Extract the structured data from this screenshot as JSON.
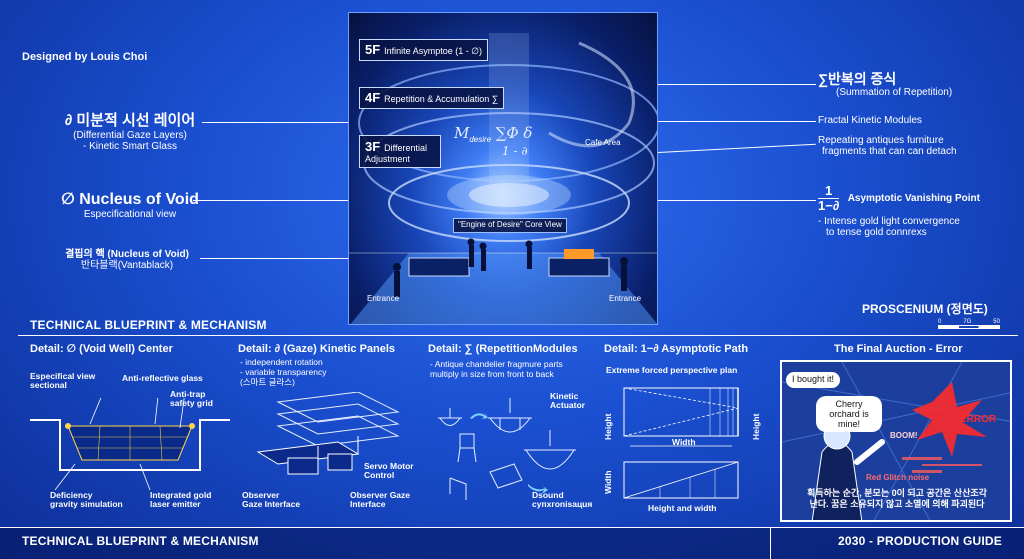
{
  "credit": "Designed by Louis Choi",
  "render": {
    "floors": [
      {
        "num": "5F",
        "label": "Infinite Asymptoe (1 - ∅)"
      },
      {
        "num": "4F",
        "label": "Repetition & Accumulation ∑"
      },
      {
        "num": "3F",
        "label": "Differential Adjustment"
      }
    ],
    "formula_top": "M",
    "formula_sub": "desire",
    "formula_sym": "∑Φ δ",
    "formula_den": "1 - ∂",
    "cafe": "Cafe Area",
    "core": "\"Engine of Desire\" Core View",
    "entrance_left": "Entrance",
    "entrance_right": "Entrance"
  },
  "left_callouts": [
    {
      "main": "∂ 미분적 시선 레이어",
      "sub1": "(Differential Gaze Layers)",
      "sub2": "- Kinetic Smart Glass"
    },
    {
      "main": "∅ Nucleus of Void",
      "sub1": "Especificational view"
    },
    {
      "main": "결핍의 핵 (Nucleus of Void)",
      "sub1": "반타블랙(Vantablack)"
    }
  ],
  "right_callouts": {
    "sum_main": "∑반복의 증식",
    "sum_sub": "(Summation of Repetition)",
    "fractal": "Fractal Kinetic Modules",
    "antiques1": "Repeating antiques furniture",
    "antiques2": "fragments that can can detach",
    "vp_num": "1",
    "vp_den": "1−∂",
    "vp_label": "Asymptotic Vanishing Point",
    "vp_note1": "- Intense gold light convergence",
    "vp_note2": "to tense gold connrexs"
  },
  "section_title": "TECHNICAL BLUEPRINT & MECHANISM",
  "proscenium": {
    "label": "PROSCENIUM (정면도)",
    "scale": [
      "0",
      "7G",
      "50"
    ]
  },
  "panels": {
    "void": {
      "title": "Detail: ∅ (Void Well) Center",
      "especifical": "Especifical view",
      "sectional": "sectional",
      "anti_reflective": "Anti-reflective glass",
      "anti_trap1": "Anti-trap",
      "anti_trap2": "safety grid",
      "deficiency1": "Deficiency",
      "deficiency2": "gravity simulation",
      "laser1": "Integrated gold",
      "laser2": "laser emitter"
    },
    "gaze": {
      "title": "Detail: ∂ (Gaze) Kinetic Panels",
      "note1": "- independent rotation",
      "note2": "- variable transparency",
      "note3": "(스마트 글라스)",
      "servo1": "Servo Motor",
      "servo2": "Control",
      "observer1": "Observer",
      "observer2": "Gaze Interface",
      "observer_gaze1": "Observer Gaze",
      "observer_gaze2": "Interface"
    },
    "rep": {
      "title": "Detail: ∑ (RepetitionModules",
      "note1": "- Antique chandelier fragmure parts",
      "note2": "multiply in size from front to back",
      "kinetic1": "Kinetic",
      "kinetic2": "Actuator",
      "dsound1": "Dsound",
      "dsound2": "супхгоnisaцuя"
    },
    "asym": {
      "title": "Detail: 1−∂ Asymptotic Path",
      "note": "Extreme forced perspective plan",
      "height_left": "Height",
      "height_right": "Height",
      "width": "Width",
      "width_side": "Width",
      "hw": "Height and width"
    },
    "auction": {
      "title": "The Final Auction - Error",
      "bubble1": "I bought it!",
      "bubble2": "Cherry orchard is mine!",
      "error": "ERROR",
      "boom": "BOOM!",
      "glitch": "Red Glitch noise",
      "caption1": "획득하는 순간, 분모는 0이 되고 공간은 산산조각",
      "caption2": "난다. 꿈은 소유되지 않고 소멸에 의해 파괴된다"
    }
  },
  "footer": {
    "left": "TECHNICAL BLUEPRINT & MECHANISM",
    "right": "2030 - PRODUCTION GUIDE"
  },
  "colors": {
    "background": "#1a4fd0",
    "accent": "#ffd54a",
    "error": "#ff2a2a",
    "line": "#ffffff"
  }
}
